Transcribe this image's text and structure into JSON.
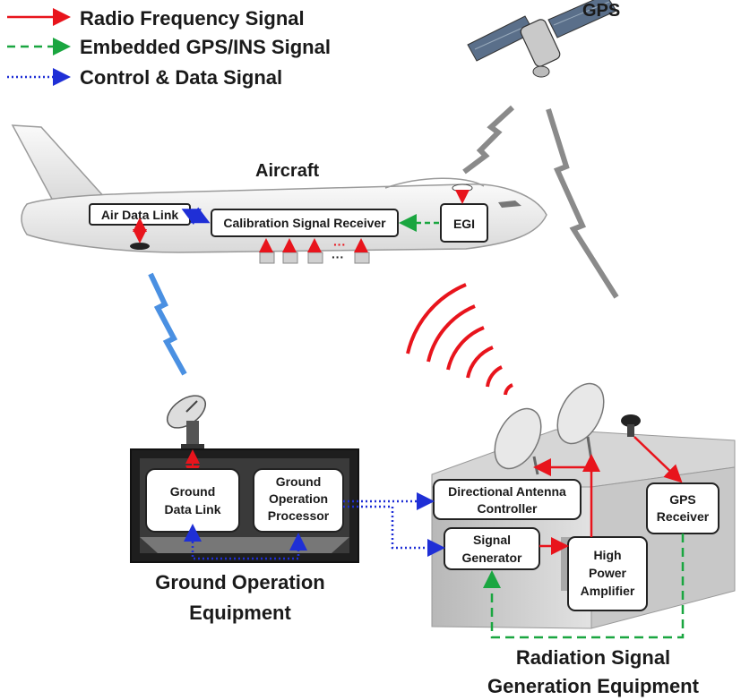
{
  "legend": {
    "rf": "Radio Frequency Signal",
    "gps_ins": "Embedded GPS/INS Signal",
    "control": "Control & Data Signal"
  },
  "labels": {
    "gps": "GPS",
    "aircraft": "Aircraft",
    "air_data_link": "Air Data Link",
    "calibration_receiver": "Calibration Signal Receiver",
    "egi": "EGI",
    "dots1": "···",
    "dots2": "···",
    "ground_data_link_1": "Ground",
    "ground_data_link_2": "Data Link",
    "ground_op_proc_1": "Ground",
    "ground_op_proc_2": "Operation",
    "ground_op_proc_3": "Processor",
    "ground_equipment_1": "Ground Operation",
    "ground_equipment_2": "Equipment",
    "dir_ant_1": "Directional Antenna",
    "dir_ant_2": "Controller",
    "gps_rx_1": "GPS",
    "gps_rx_2": "Receiver",
    "sig_gen_1": "Signal",
    "sig_gen_2": "Generator",
    "hpa_1": "High",
    "hpa_2": "Power",
    "hpa_3": "Amplifier",
    "radiation_1": "Radiation Signal",
    "radiation_2": "Generation Equipment"
  },
  "colors": {
    "rf": "#e8141c",
    "gps_ins": "#1aa640",
    "control": "#1f2fd6",
    "lightning_gray": "#8a8a8a",
    "lightning_blue": "#4a90e2"
  }
}
